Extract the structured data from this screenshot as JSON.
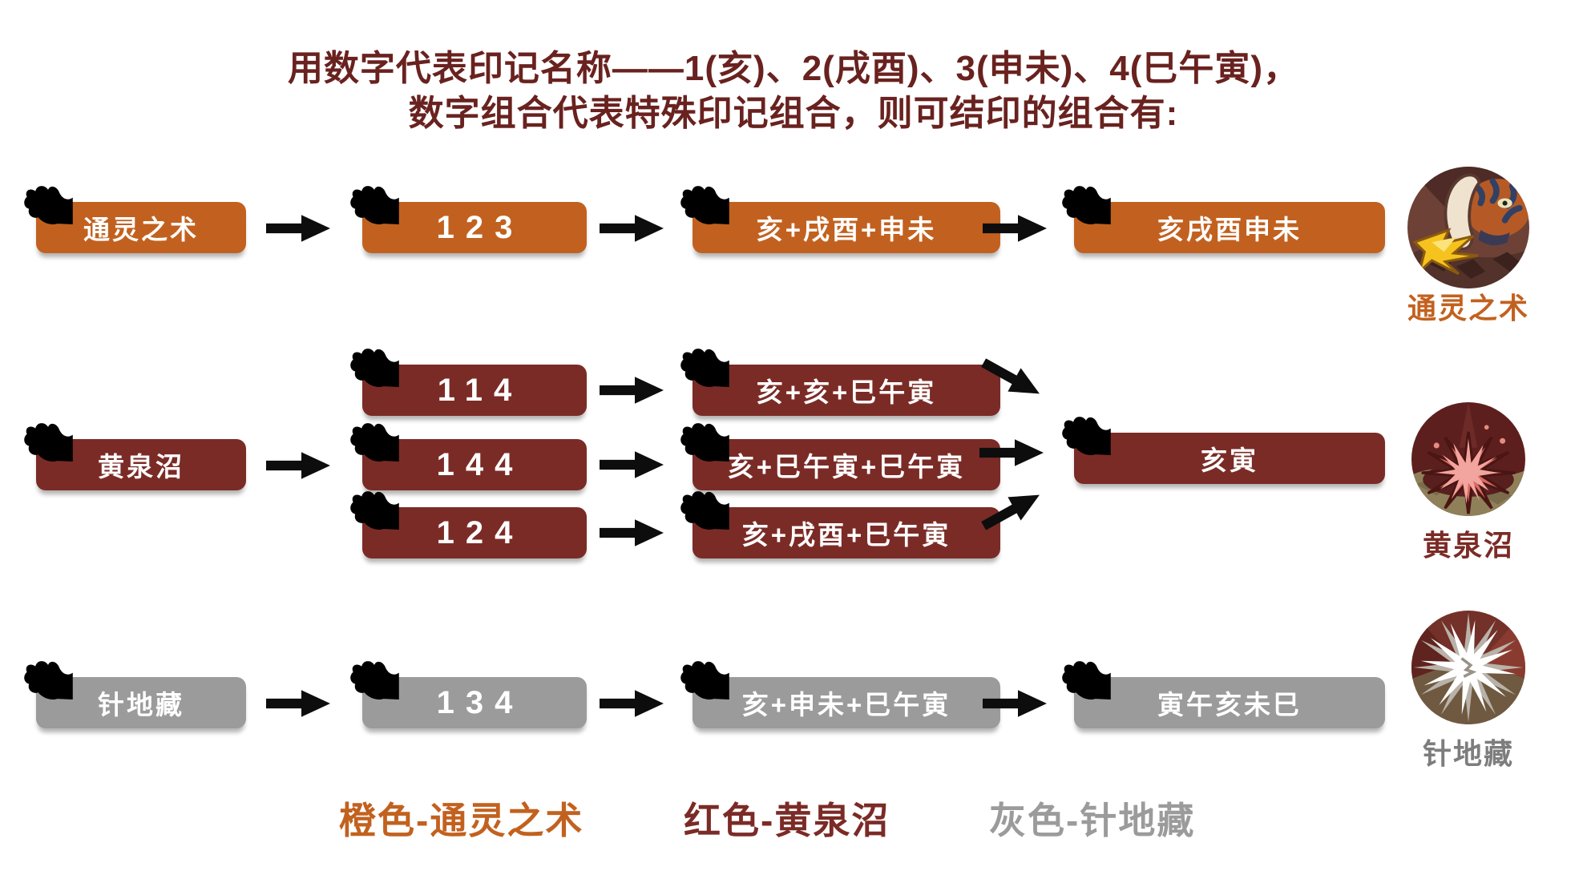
{
  "title": {
    "line1": "用数字代表印记名称——1(亥)、2(戌酉)、3(申未)、4(巳午寅)，",
    "line2": "数字组合代表特殊印记组合，则可结印的组合有:"
  },
  "colors": {
    "orange": "#c2611f",
    "red": "#7b2b26",
    "gray": "#9b9b9b",
    "title_text": "#69221f",
    "arrow": "#0d0d0d"
  },
  "rows": [
    {
      "name": "通灵之术",
      "color": "orange",
      "code": "123",
      "formula": "亥+戌酉+申未",
      "result": "亥戌酉申未",
      "icon": "summoning-jutsu-icon",
      "icon_label": "通灵之术"
    },
    {
      "name": "黄泉沼",
      "color": "red",
      "branches": [
        {
          "code": "114",
          "formula": "亥+亥+巳午寅"
        },
        {
          "code": "144",
          "formula": "亥+巳午寅+巳午寅"
        },
        {
          "code": "124",
          "formula": "亥+戌酉+巳午寅"
        }
      ],
      "result": "亥寅",
      "icon": "yomi-swamp-icon",
      "icon_label": "黄泉沼"
    },
    {
      "name": "针地藏",
      "color": "gray",
      "code": "134",
      "formula": "亥+申未+巳午寅",
      "result": "寅午亥未巳",
      "icon": "needle-jizo-icon",
      "icon_label": "针地藏"
    }
  ],
  "legend": [
    {
      "label": "橙色-通灵之术",
      "color": "orange"
    },
    {
      "label": "红色-黄泉沼",
      "color": "red"
    },
    {
      "label": "灰色-针地藏",
      "color": "gray"
    }
  ]
}
